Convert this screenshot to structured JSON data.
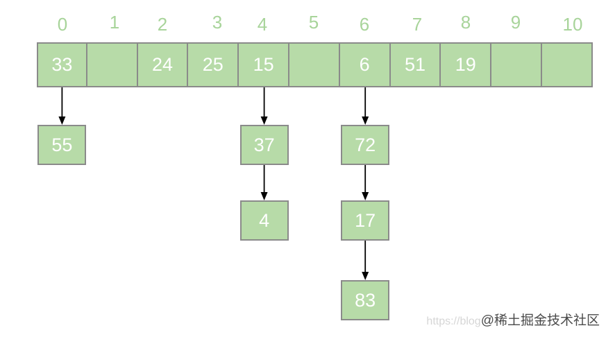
{
  "array": {
    "indices": [
      "0",
      "1",
      "2",
      "3",
      "4",
      "5",
      "6",
      "7",
      "8",
      "9",
      "10"
    ],
    "cells": [
      "33",
      "",
      "24",
      "25",
      "15",
      "",
      "6",
      "51",
      "19",
      "",
      ""
    ]
  },
  "chains": [
    {
      "bucket": 0,
      "nodes": [
        "55"
      ]
    },
    {
      "bucket": 4,
      "nodes": [
        "37",
        "4"
      ]
    },
    {
      "bucket": 6,
      "nodes": [
        "72",
        "17",
        "83"
      ]
    }
  ],
  "colors": {
    "cell_fill": "#b7dba8",
    "index_label": "#a8d49a",
    "border": "#8a8a8a",
    "arrow": "#000000"
  },
  "watermark": {
    "url_text": "https://blog",
    "brand_text": "@稀土掘金技术社区"
  }
}
